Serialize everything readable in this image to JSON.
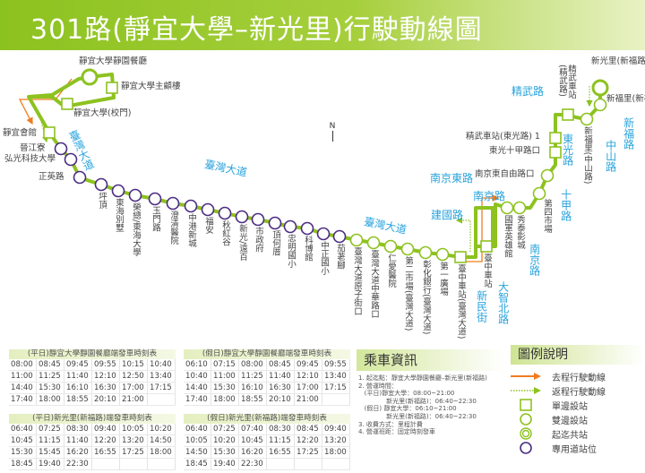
{
  "title": "301路(靜宜大學–新光里)行駛動線圖",
  "north": "N",
  "colors": {
    "route": "#8dc21f",
    "outbound": "#f07c1e",
    "dedicated": "#4b2c82",
    "road": "#29a3dc"
  },
  "stations": [
    {
      "name": "靜宜大學靜園餐廳",
      "type": "terminal"
    },
    {
      "name": "靜宜大學主顧樓",
      "type": "single"
    },
    {
      "name": "靜宜大學(校門)",
      "type": "single"
    },
    {
      "name": "靜宜會館",
      "type": "single"
    },
    {
      "name": "晉江寮",
      "type": "dedicated"
    },
    {
      "name": "弘光科技大學",
      "type": "dedicated"
    },
    {
      "name": "正英路",
      "type": "dedicated"
    },
    {
      "name": "坪頂",
      "type": "dedicated"
    },
    {
      "name": "東海別墅",
      "type": "dedicated"
    },
    {
      "name": "榮總/東海大學",
      "type": "dedicated"
    },
    {
      "name": "玉門路",
      "type": "dedicated"
    },
    {
      "name": "澄清醫院",
      "type": "dedicated"
    },
    {
      "name": "中港新城",
      "type": "dedicated"
    },
    {
      "name": "福安",
      "type": "dedicated"
    },
    {
      "name": "秋紅谷",
      "type": "dedicated"
    },
    {
      "name": "新光/遠百",
      "type": "dedicated"
    },
    {
      "name": "市政府",
      "type": "dedicated"
    },
    {
      "name": "頂何厝",
      "type": "dedicated"
    },
    {
      "name": "忠明國小",
      "type": "dedicated"
    },
    {
      "name": "科博館",
      "type": "dedicated"
    },
    {
      "name": "中正國小",
      "type": "dedicated"
    },
    {
      "name": "茄荖腳",
      "type": "dedicated"
    },
    {
      "name": "臺灣大道原子街口",
      "type": "double"
    },
    {
      "name": "臺灣大道中華路口",
      "type": "double"
    },
    {
      "name": "仁愛醫院",
      "type": "double"
    },
    {
      "name": "第二市場(臺灣大道)",
      "type": "double"
    },
    {
      "name": "彰化銀行(臺灣大道)",
      "type": "double"
    },
    {
      "name": "第一廣場",
      "type": "double"
    },
    {
      "name": "臺中車站(臺灣大道)",
      "type": "single"
    },
    {
      "name": "臺中車站",
      "type": "single"
    },
    {
      "name": "國軍英雄館",
      "type": "double"
    },
    {
      "name": "秀泰影城",
      "type": "double"
    },
    {
      "name": "第四市場",
      "type": "double"
    },
    {
      "name": "南京東自由路口",
      "type": "double"
    },
    {
      "name": "東光十甲路口",
      "type": "single"
    },
    {
      "name": "精武車站(東光路) 1",
      "type": "single"
    },
    {
      "name": "精武車站(精武路)",
      "type": "single"
    },
    {
      "name": "新福里(中山路)",
      "type": "double"
    },
    {
      "name": "新福里(新福路)",
      "type": "double"
    },
    {
      "name": "新光里(新福路)",
      "type": "terminal"
    }
  ],
  "roads": [
    "臺灣大道",
    "臺灣大道",
    "臺灣大道",
    "精武路",
    "東光路",
    "中山路",
    "新福路",
    "南京東路",
    "十甲路",
    "南京路",
    "南京路",
    "建國路",
    "大智北路",
    "新民街"
  ],
  "timetables": [
    {
      "title": "(平日)靜宜大學靜園餐廳端發車時刻表",
      "rows": [
        [
          "08:00",
          "08:45",
          "09:45",
          "09:55",
          "10:15",
          "10:40"
        ],
        [
          "11:00",
          "11:25",
          "11:40",
          "12:10",
          "12:50",
          "13:40"
        ],
        [
          "14:40",
          "15:30",
          "16:10",
          "16:30",
          "17:00",
          "17:15"
        ],
        [
          "17:40",
          "18:00",
          "18:55",
          "20:10",
          "21:00",
          ""
        ]
      ]
    },
    {
      "title": "(假日)靜宜大學靜園餐廳端發車時刻表",
      "rows": [
        [
          "06:10",
          "07:15",
          "08:00",
          "08:45",
          "09:45",
          "09:55"
        ],
        [
          "10:40",
          "11:00",
          "11:25",
          "11:40",
          "12:10",
          "13:40"
        ],
        [
          "14:40",
          "15:30",
          "16:10",
          "16:30",
          "17:00",
          "17:15"
        ],
        [
          "17:40",
          "18:00",
          "18:55",
          "20:10",
          "21:00",
          ""
        ]
      ]
    },
    {
      "title": "(平日)新光里(新福路)端發車時刻表",
      "rows": [
        [
          "06:40",
          "07:25",
          "08:30",
          "09:40",
          "10:05",
          "10:20"
        ],
        [
          "10:45",
          "11:15",
          "11:40",
          "12:20",
          "13:20",
          "14:50"
        ],
        [
          "15:30",
          "15:45",
          "16:20",
          "16:55",
          "17:25",
          "18:00"
        ],
        [
          "18:45",
          "19:40",
          "22:30",
          "",
          "",
          ""
        ]
      ]
    },
    {
      "title": "(假日)新光里(新福路)端發車時刻表",
      "rows": [
        [
          "06:40",
          "07:25",
          "07:40",
          "08:30",
          "08:45",
          "09:40"
        ],
        [
          "10:05",
          "10:20",
          "10:45",
          "11:15",
          "12:20",
          "13:20"
        ],
        [
          "14:50",
          "15:30",
          "16:20",
          "16:55",
          "17:25",
          "18:00"
        ],
        [
          "18:45",
          "19:40",
          "22:30",
          "",
          "",
          ""
        ]
      ]
    }
  ],
  "info": {
    "title": "乘車資訊",
    "lines": [
      "1. 起迄點：靜宜大學靜園餐廳–新光里(新福路)",
      "2. 營運時間：",
      "   (平日)靜宜大學：08:00~21:00",
      "              新光里(新福路)：06:40~22:30",
      "   (假日) 靜宜大學：06:10~21:00",
      "              新光里(新福路)：06:40~22:30",
      "3. 收費方式：里程計費",
      "4. 營運班距：固定時刻發車"
    ]
  },
  "legend": {
    "title": "圖例說明",
    "items": [
      {
        "label": "去程行駛動線",
        "icon": "outbound-arrow"
      },
      {
        "label": "返程行駛動線",
        "icon": "return-arrow"
      },
      {
        "label": "單邊設站",
        "icon": "square"
      },
      {
        "label": "雙邊設站",
        "icon": "circle"
      },
      {
        "label": "起迄共站",
        "icon": "double-circle"
      },
      {
        "label": "專用道站位",
        "icon": "purple-circle"
      }
    ]
  }
}
